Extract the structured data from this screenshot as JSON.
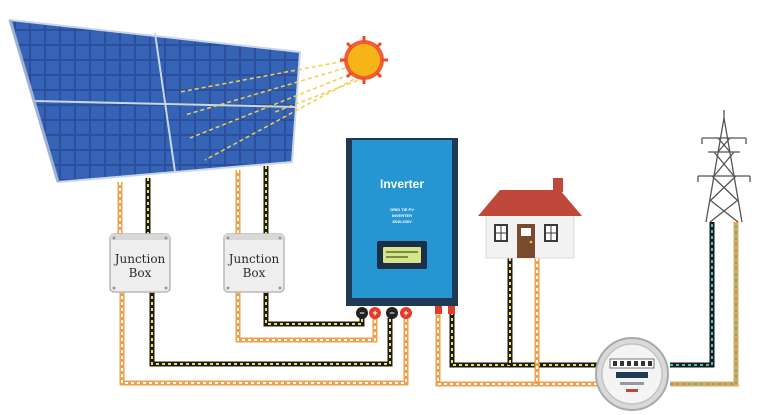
{
  "junction_boxes": [
    {
      "line1": "Junction",
      "line2": "Box"
    },
    {
      "line1": "Junction",
      "line2": "Box"
    }
  ],
  "inverter": {
    "title": "Inverter",
    "model_line1": "GRID TIE PV",
    "model_line2": "INVERTER",
    "model_line3": "3KW-230V",
    "terminal_neg": "−",
    "terminal_pos": "+"
  },
  "colors": {
    "positive_wire": "#f0a04a",
    "negative_wire": "#1a1a1a",
    "dc_dot": "#f5e04a",
    "ac_wire_cyan": "#39c3c0",
    "inverter_body": "#2596d2",
    "roof": "#c0483b",
    "sun": "#f7b417",
    "panel_cell": "#2a4f9e"
  },
  "icons": [
    "solar-panel-icon",
    "sun-icon",
    "junction-box-icon",
    "inverter-icon",
    "house-icon",
    "electric-meter-icon",
    "power-tower-icon"
  ]
}
